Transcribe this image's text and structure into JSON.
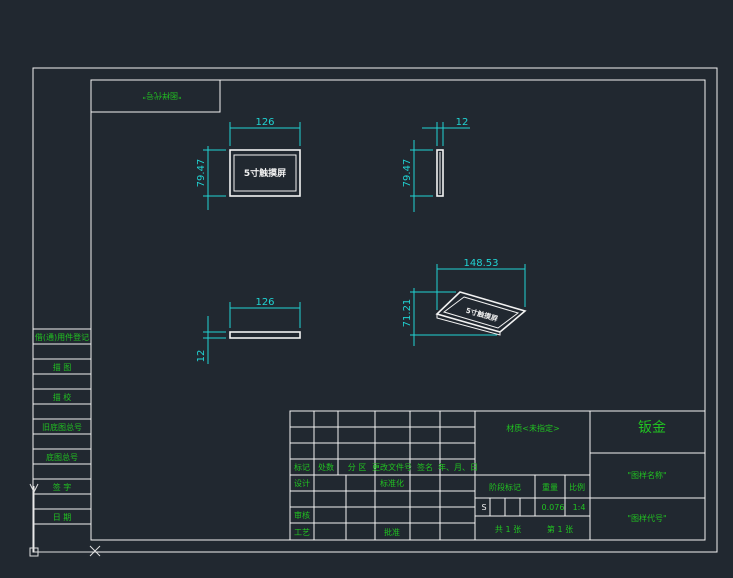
{
  "drawing": {
    "title_tab": "\"图样代号\"",
    "views": {
      "front": {
        "dim_width": "126",
        "dim_height": "79.47",
        "screen_label": "5寸触摸屏"
      },
      "side": {
        "dim_width": "12",
        "dim_height": "79.47"
      },
      "top": {
        "dim_width": "126",
        "dim_height": "12"
      },
      "iso": {
        "dim_width": "148.53",
        "dim_height": "71.21",
        "screen_label": "5寸触摸屏"
      }
    },
    "side_table": [
      "借(通)用件登记",
      "描 图",
      "描 校",
      "旧底图总号",
      "底图总号",
      "签 字",
      "日 期"
    ],
    "title_block": {
      "material": "材质<未指定>",
      "part_name": "钣金",
      "drawing_name": "\"图样名称\"",
      "drawing_code": "\"图样代号\"",
      "rev_headers": [
        "标记",
        "处数",
        "分 区",
        "更改文件号",
        "签名",
        "年、月、日"
      ],
      "row_design": "设计",
      "row_standard": "标准化",
      "row_review": "审核",
      "row_process": "工艺",
      "row_approve": "批准",
      "stage_label": "阶段标记",
      "weight_label": "重量",
      "scale_label": "比例",
      "stage_value": "S",
      "weight_value": "0.076",
      "scale_value": "1:4",
      "sheets_total": "共 1 张",
      "sheet_no": "第 1 张"
    }
  }
}
